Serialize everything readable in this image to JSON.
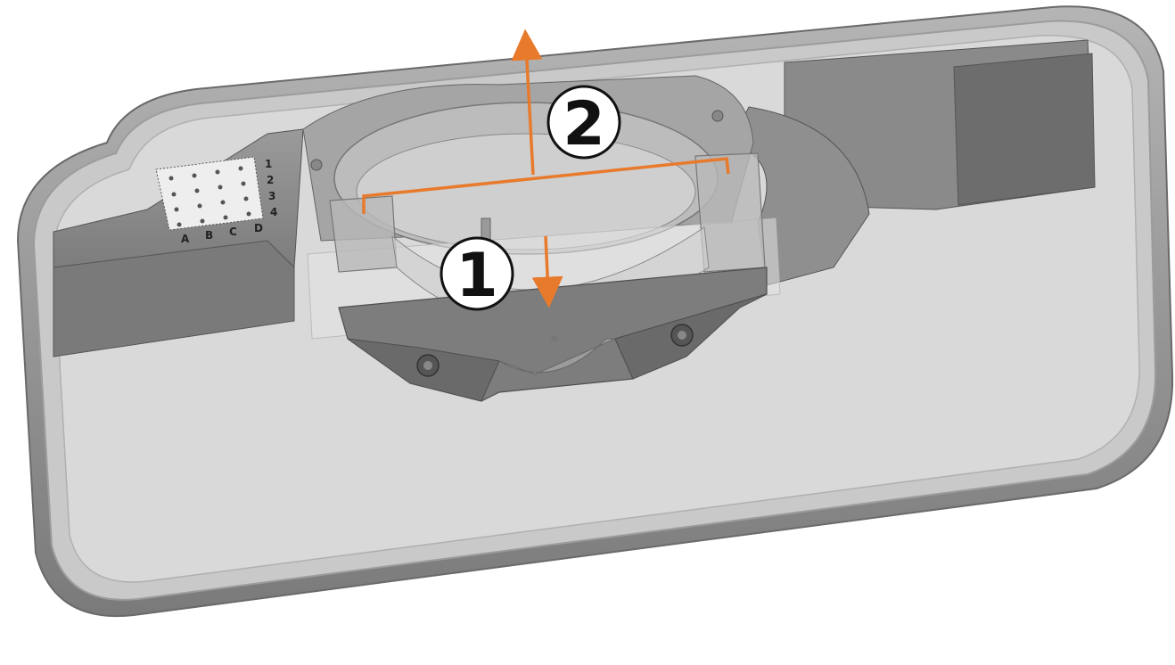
{
  "steps": [
    {
      "number": "1"
    },
    {
      "number": "2"
    }
  ],
  "grid": {
    "columns": [
      "A",
      "B",
      "C",
      "D"
    ],
    "rows": [
      "1",
      "2",
      "3",
      "4"
    ]
  },
  "colors": {
    "accent": "#e87a2c",
    "frame_outer": "#8a8a8a",
    "frame_inner": "#bdbdbd",
    "window_fill": "#d6d6d6",
    "mechanism_dark": "#6b6b6b",
    "mechanism_mid": "#8c8c8c",
    "mechanism_light": "#a9a9a9"
  }
}
